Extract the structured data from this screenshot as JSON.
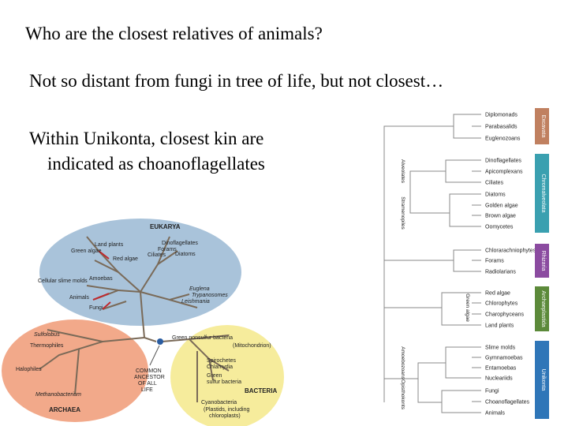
{
  "slide": {
    "title": "Who are the closest relatives of animals?",
    "line2": "Not so distant from fungi in tree of life, but not closest…",
    "line3a": "Within Unikonta, closest kin are",
    "line3b": "indicated as choanoflagellates"
  },
  "tree_of_life": {
    "eukarya_label": "EUKARYA",
    "eukarya_groups": [
      "Land plants",
      "Green algae",
      "Red algae",
      "Dinoflagellates",
      "Forams",
      "Ciliates",
      "Diatoms",
      "Cellular slime molds",
      "Amoebas",
      "Animals",
      "Fungi",
      "Euglena",
      "Trypanosomes",
      "Leishmania"
    ],
    "archaea_label": "ARCHAEA",
    "archaea_groups": [
      "Sulfolobus",
      "Thermophiles",
      "Halophiles",
      "Methanobacterium"
    ],
    "bacteria_label": "BACTERIA",
    "bacteria_groups": [
      "Green nonsulfur bacteria",
      "(Mitochondrion)",
      "Spirochetes",
      "Chlamydia",
      "Green",
      "sulfur bacteria",
      "Cyanobacteria",
      "(Plastids, including",
      "chloroplasts)"
    ],
    "ancestor_lines": [
      "COMMON",
      "ANCESTOR",
      "OF ALL",
      "LIFE"
    ]
  },
  "phylogeny": {
    "taxa": [
      "Diplomonads",
      "Parabasalids",
      "Euglenozoans",
      "Dinoflagellates",
      "Apicomplexans",
      "Ciliates",
      "Diatoms",
      "Golden algae",
      "Brown algae",
      "Oomycetes",
      "Chlorarachniophytes",
      "Forams",
      "Radiolarians",
      "Red algae",
      "Chlorophytes",
      "Charophyceans",
      "Land plants",
      "Slime molds",
      "Gymnamoebas",
      "Entamoebas",
      "Nucleariids",
      "Fungi",
      "Choanoflagellates",
      "Animals"
    ],
    "supergroups": [
      "Excavata",
      "Chromalveolata",
      "Rhizaria",
      "Archaeplastida",
      "Unikonta"
    ],
    "supergroup_colors": [
      "#c08060",
      "#3aa0b0",
      "#8b4ba0",
      "#5c8a3a",
      "#2f76b8"
    ],
    "clades": [
      "Alveolates",
      "Stramenopiles",
      "Amoebozoans",
      "Opisthokonts",
      "Green algae"
    ]
  }
}
